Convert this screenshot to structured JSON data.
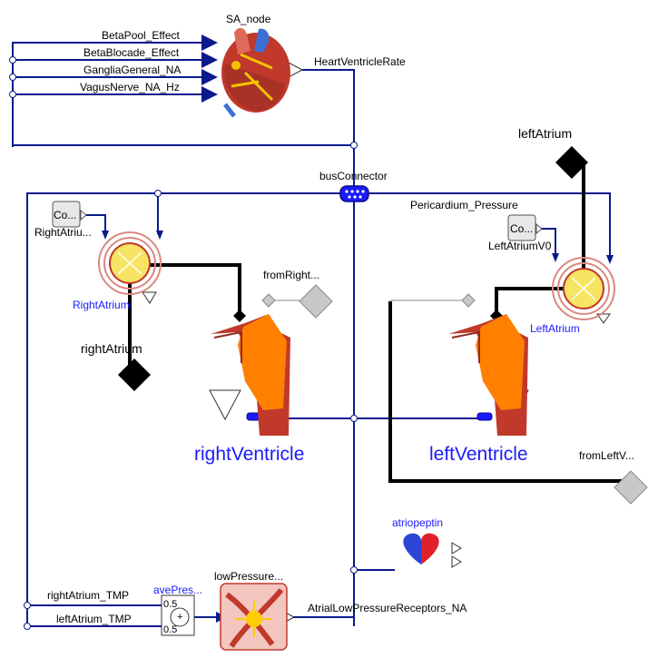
{
  "colors": {
    "signal_blue": "#0a1a8c",
    "conn_blue": "#1a1aff",
    "black": "#000000",
    "diamond_gray": "#c8c8c8",
    "heart_red": "#c0392b",
    "heart_orange": "#ff8000"
  },
  "labels": {
    "sa_node": "SA_node",
    "beta_pool": "BetaPool_Effect",
    "beta_blocade": "BetaBlocade_Effect",
    "ganglia": "GangliaGeneral_NA",
    "vagus": "VagusNerve_NA_Hz",
    "heart_ventricle_rate": "HeartVentricleRate",
    "left_atrium_port": "leftAtrium",
    "bus_connector": "busConnector",
    "pericardium": "Pericardium_Pressure",
    "right_atrium_v0_const": "Co...",
    "right_atrium_v0": "RightAtriu...",
    "left_atrium_v0_const": "Co...",
    "left_atrium_v0": "LeftAtriumV0",
    "right_atrium_comp": "RightAtrium",
    "left_atrium_comp": "LeftAtrium",
    "from_right": "fromRight...",
    "right_atrium_port": "rightAtrium",
    "right_ventricle": "rightVentricle",
    "left_ventricle": "leftVentricle",
    "from_left": "fromLeftV...",
    "atriopeptin": "atriopeptin",
    "right_atrium_tmp": "rightAtrium_TMP",
    "left_atrium_tmp": "leftAtrium_TMP",
    "ave_pres": "avePres...",
    "low_pressure": "lowPressure...",
    "atrial_lpr": "AtrialLowPressureReceptors_NA",
    "gain_top": "0.5",
    "gain_bottom": "0.5",
    "plus": "+"
  },
  "icons": [
    "heart-anatomy-icon",
    "atrium-compartment-icon",
    "ventricle-heart-icon",
    "atriopeptin-heart-icon",
    "low-pressure-receptor-icon",
    "bus-connector-icon"
  ]
}
